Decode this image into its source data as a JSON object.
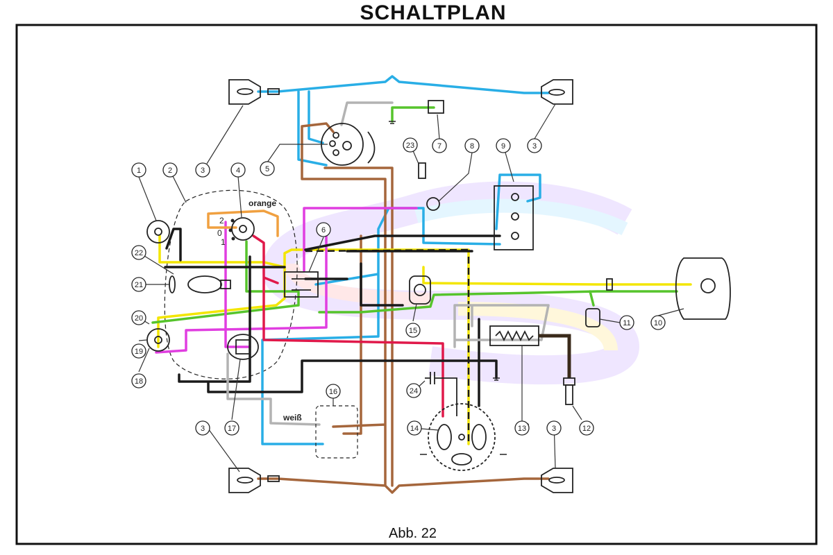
{
  "title": "SCHALTPLAN",
  "caption": "Abb. 22",
  "wire_labels": {
    "orange": "orange",
    "white": "weiß"
  },
  "switch_positions": {
    "p2": "2",
    "p0": "0",
    "p1": "1"
  },
  "component_numbers": [
    "1",
    "2",
    "3",
    "3",
    "3",
    "3",
    "4",
    "5",
    "6",
    "7",
    "8",
    "9",
    "10",
    "11",
    "12",
    "13",
    "14",
    "15",
    "16",
    "17",
    "18",
    "19",
    "20",
    "21",
    "22",
    "23",
    "24"
  ],
  "wire_colors": {
    "blue": "#29aee6",
    "brown": "#a5663c",
    "yellow": "#f3e600",
    "green": "#56c42c",
    "pink": "#e03ee0",
    "red": "#e0194a",
    "black": "#1a1a1a",
    "grey": "#b3b3b3",
    "orange": "#f0a040"
  }
}
